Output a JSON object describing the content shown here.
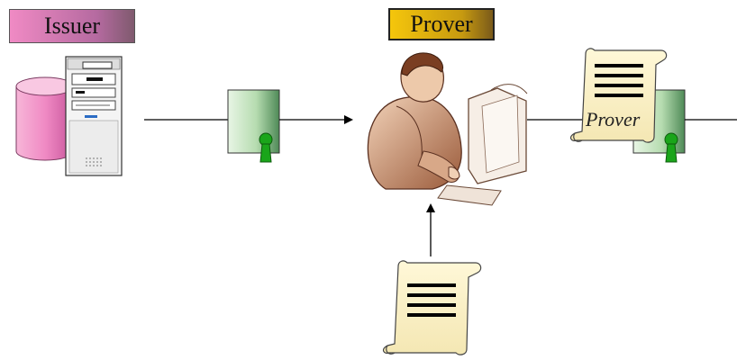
{
  "issuer": {
    "label": "Issuer"
  },
  "prover": {
    "label": "Prover"
  },
  "signed_token": {
    "label": "Prover"
  }
}
